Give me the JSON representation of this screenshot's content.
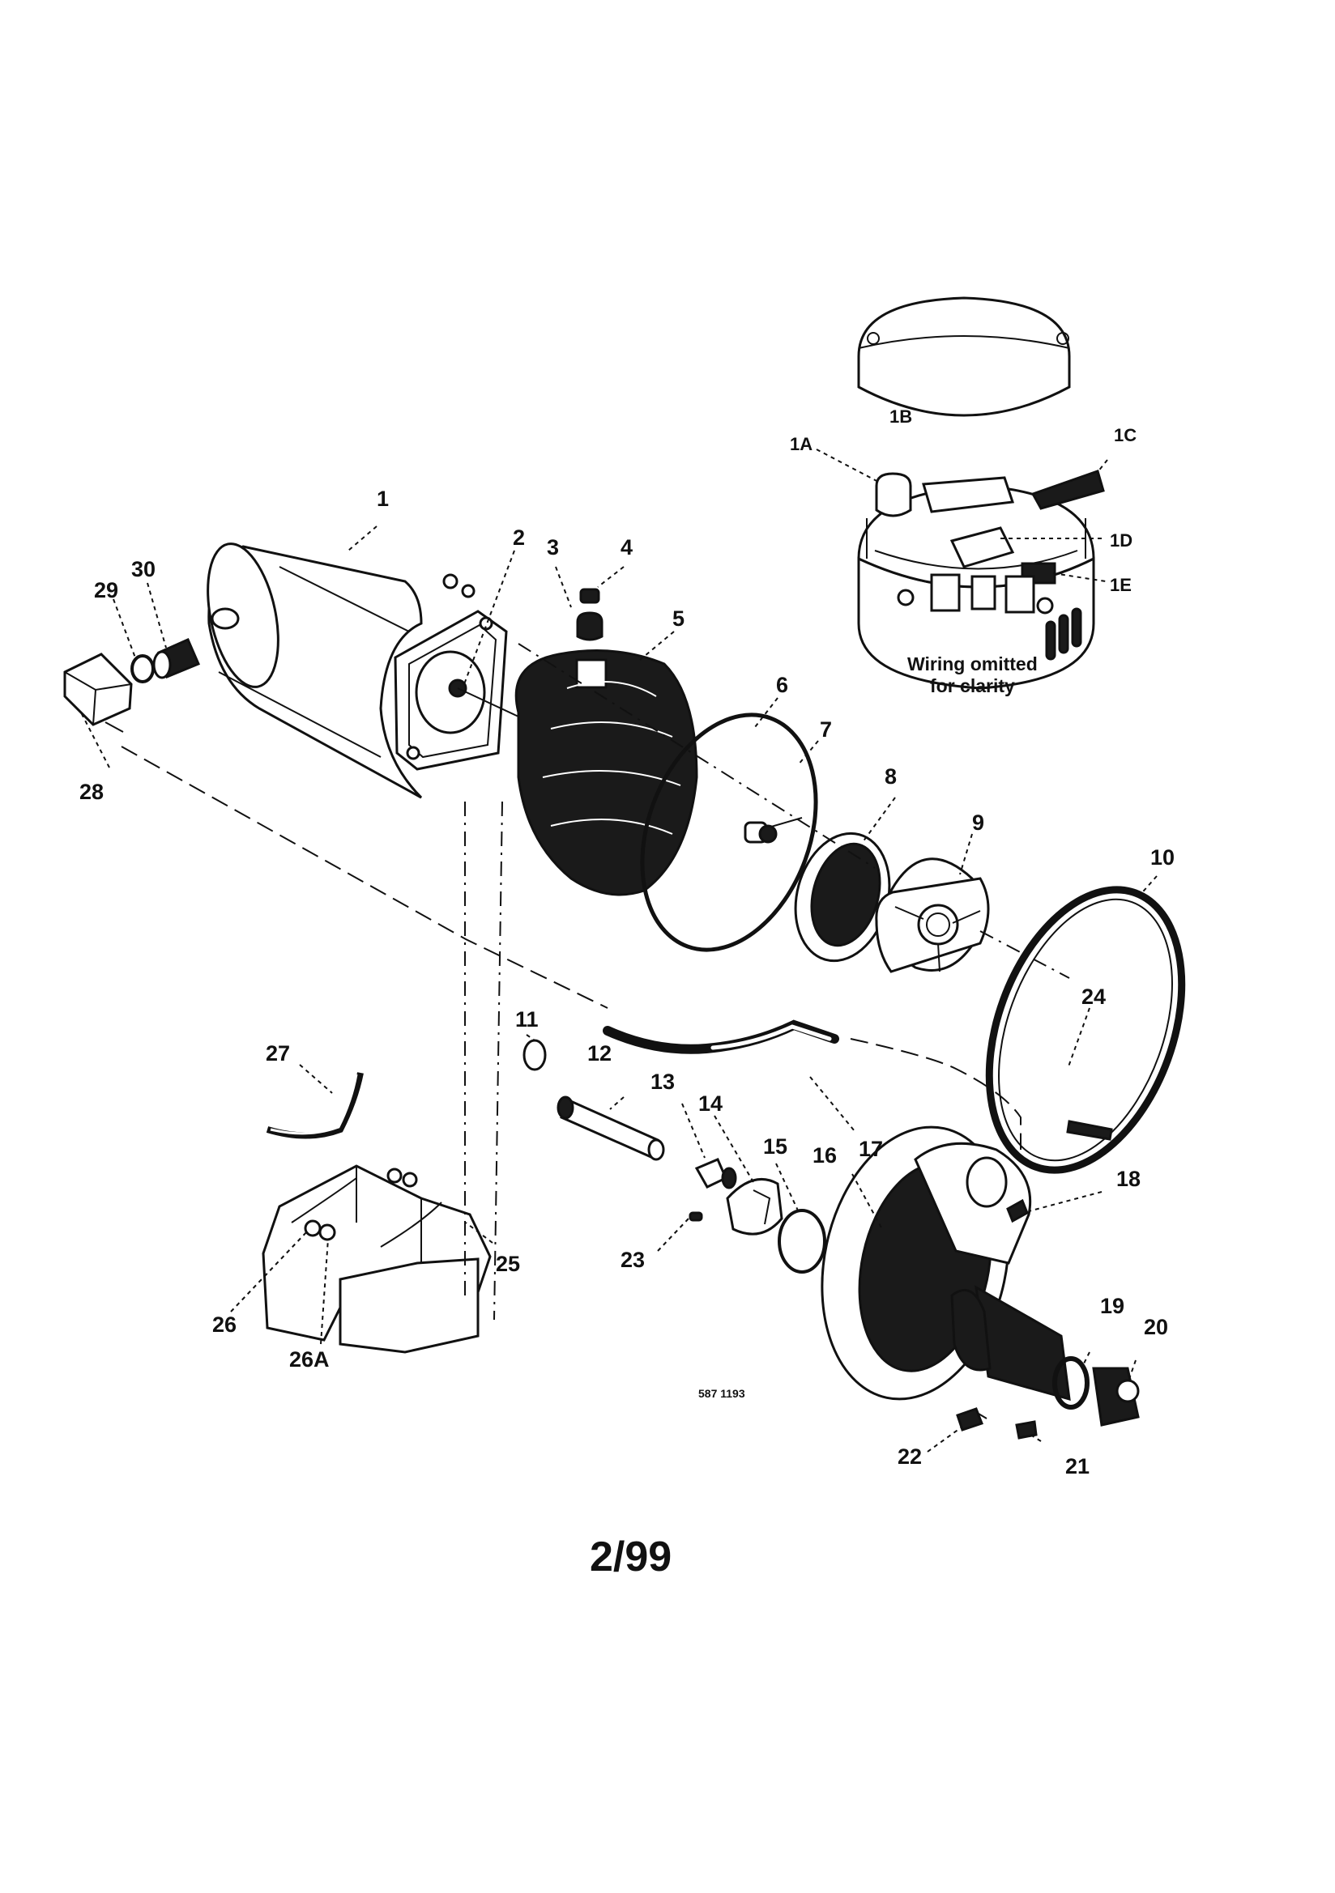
{
  "callouts": {
    "p1": "1",
    "p1A": "1A",
    "p1B": "1B",
    "p1C": "1C",
    "p1D": "1D",
    "p1E": "1E",
    "p2": "2",
    "p3": "3",
    "p4": "4",
    "p5": "5",
    "p6": "6",
    "p7": "7",
    "p8": "8",
    "p9": "9",
    "p10": "10",
    "p11": "11",
    "p12": "12",
    "p13": "13",
    "p14": "14",
    "p15": "15",
    "p16": "16",
    "p17": "17",
    "p18": "18",
    "p19": "19",
    "p20": "20",
    "p21": "21",
    "p22": "22",
    "p23": "23",
    "p24": "24",
    "p25": "25",
    "p26": "26",
    "p26A": "26A",
    "p27": "27",
    "p28": "28",
    "p29": "29",
    "p30": "30"
  },
  "inset": {
    "note_line1": "Wiring omitted",
    "note_line2": "for clarity"
  },
  "drawing_number": "587 1193",
  "date_code": "2/99"
}
